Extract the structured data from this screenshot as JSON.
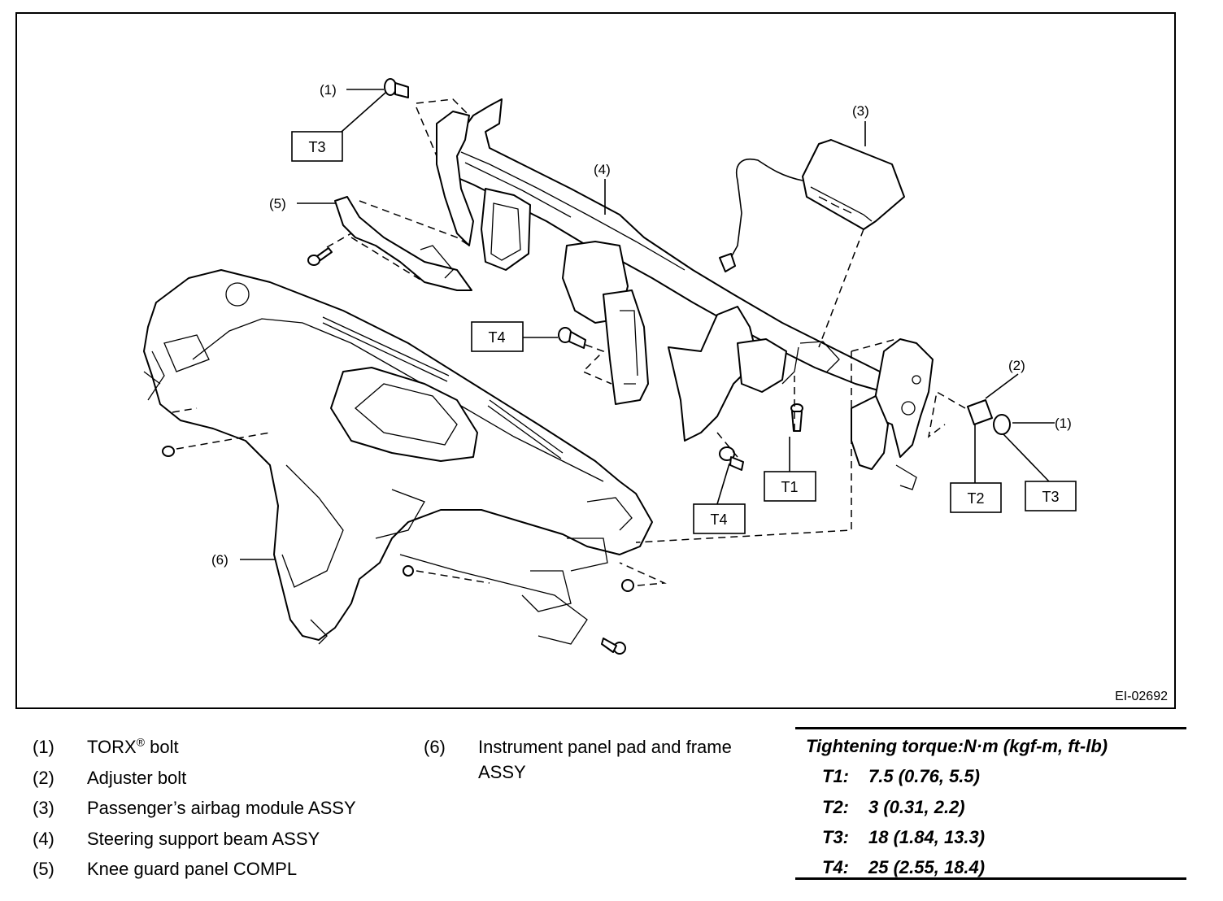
{
  "figure": {
    "code": "EI-02692",
    "callouts": {
      "c1_top": "(1)",
      "c1_right": "(1)",
      "c2": "(2)",
      "c3": "(3)",
      "c4": "(4)",
      "c5": "(5)",
      "c6": "(6)"
    },
    "torque_boxes": {
      "t3_top": "T3",
      "t4_mid": "T4",
      "t1": "T1",
      "t4_bottom": "T4",
      "t2": "T2",
      "t3_right": "T3"
    }
  },
  "legend": {
    "left": [
      {
        "num": "(1)",
        "text": "TORX",
        "sup": "®",
        "text_after": " bolt"
      },
      {
        "num": "(2)",
        "text": "Adjuster bolt"
      },
      {
        "num": "(3)",
        "text": "Passenger’s airbag module ASSY"
      },
      {
        "num": "(4)",
        "text": "Steering support beam ASSY"
      },
      {
        "num": "(5)",
        "text": "Knee guard panel COMPL"
      }
    ],
    "right": [
      {
        "num": "(6)",
        "text": "Instrument panel pad and frame ASSY"
      }
    ]
  },
  "torque": {
    "title": "Tightening torque:N·m (kgf-m, ft-lb)",
    "rows": [
      {
        "code": "T1:",
        "value": "7.5 (0.76, 5.5)"
      },
      {
        "code": "T2:",
        "value": "3 (0.31, 2.2)"
      },
      {
        "code": "T3:",
        "value": "18 (1.84, 13.3)"
      },
      {
        "code": "T4:",
        "value": "25 (2.55, 18.4)"
      }
    ]
  }
}
